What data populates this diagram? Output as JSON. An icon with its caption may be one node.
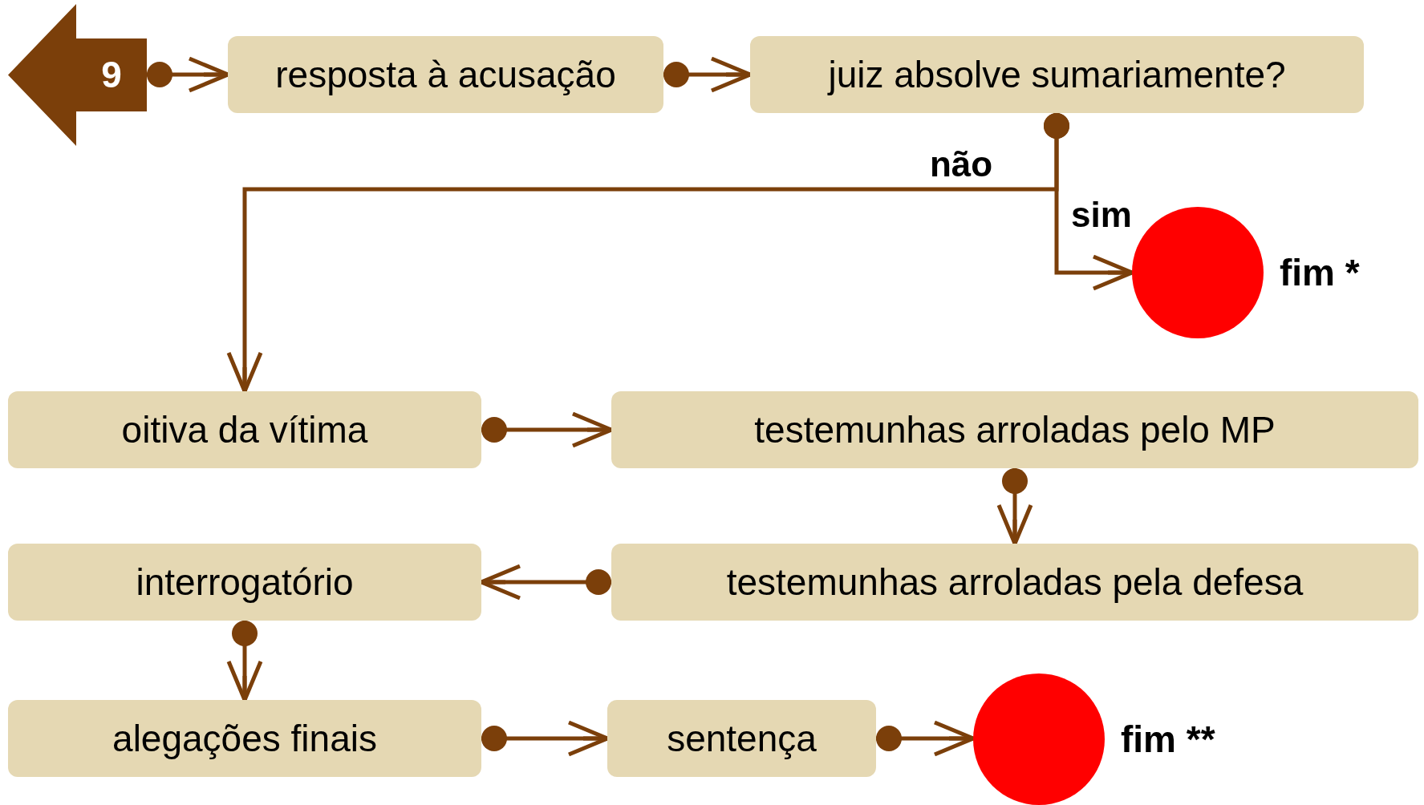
{
  "diagram": {
    "nodes": [
      {
        "text": [
          "9"
        ]
      },
      {
        "text": [
          "resposta à acusação"
        ]
      },
      {
        "text": [
          "juiz absolve sumariamente?"
        ]
      },
      {
        "text": [],
        "shape": "circle",
        "beside": [
          "fim *"
        ]
      },
      {
        "text": [
          "oitiva da vítima"
        ]
      },
      {
        "text": [
          "testemunhas arroladas pelo MP"
        ]
      },
      {
        "text": [
          "testemunhas arroladas pela defesa"
        ]
      },
      {
        "text": [
          "interrogatório"
        ]
      },
      {
        "text": [
          "alegações finais"
        ]
      },
      {
        "text": [
          "sentença"
        ]
      },
      {
        "text": [],
        "shape": "circle",
        "beside": [
          "fim **"
        ]
      }
    ],
    "edges": [
      {
        "from": 0,
        "to": 1,
        "arrow": "to"
      },
      {
        "from": 1,
        "to": 2,
        "arrow": "to"
      },
      {
        "from": 2,
        "to": 4,
        "arrow": "to",
        "label": "não"
      },
      {
        "from": 2,
        "to": 3,
        "arrow": "to",
        "label": "sim"
      },
      {
        "from": 4,
        "to": 5,
        "arrow": "to"
      },
      {
        "from": 5,
        "to": 6,
        "arrow": "to"
      },
      {
        "from": 6,
        "to": 7,
        "arrow": "to"
      },
      {
        "from": 7,
        "to": 8,
        "arrow": "to"
      },
      {
        "from": 8,
        "to": 9,
        "arrow": "to"
      },
      {
        "from": 9,
        "to": 10,
        "arrow": "to"
      }
    ]
  }
}
